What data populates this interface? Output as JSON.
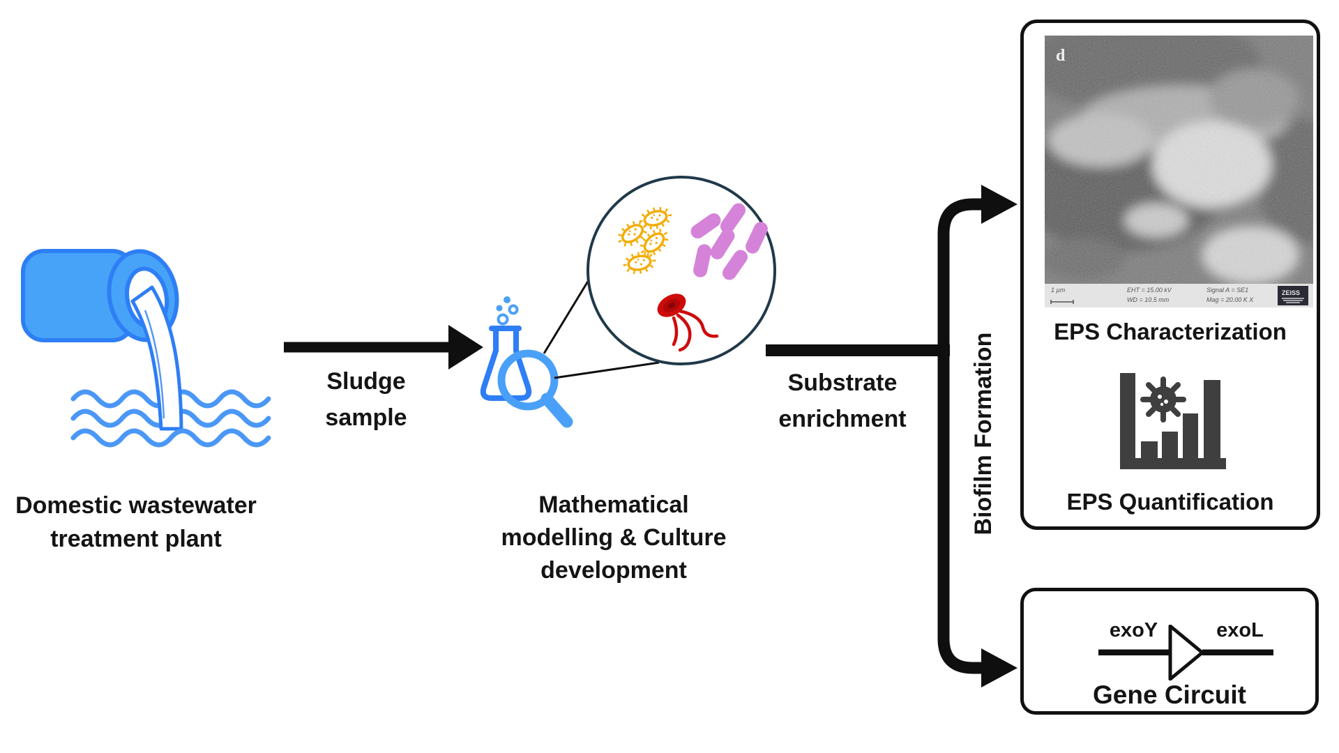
{
  "nodes": {
    "source": {
      "label_line1": "Domestic wastewater",
      "label_line2": "treatment plant"
    },
    "sludge_arrow": {
      "label_line1": "Sludge",
      "label_line2": "sample"
    },
    "culture": {
      "label_line1": "Mathematical",
      "label_line2": "modelling & Culture",
      "label_line3": "development"
    },
    "substrate_arrow": {
      "label_line1": "Substrate",
      "label_line2": "enrichment"
    },
    "biofilm_branch": {
      "label": "Biofilm Formation"
    },
    "eps_box": {
      "sem": {
        "corner_label": "d",
        "scale_label": "1 µm",
        "eht": "EHT = 15.00 kV",
        "wd": "WD = 10.5 mm",
        "signal": "Signal A = SE1",
        "mag": "Mag =  20.00 K X",
        "vendor": "ZEISS"
      },
      "characterization_label": "EPS Characterization",
      "quantification_label": "EPS Quantification"
    },
    "gene_box": {
      "gene_left": "exoY",
      "gene_right": "exoL",
      "title": "Gene Circuit"
    }
  },
  "icons": {
    "pipe": "wastewater-pipe-icon",
    "waves": "water-waves-icon",
    "flask": "flask-icon",
    "magnifier": "magnifier-icon",
    "microscope_view": "microscope-view-circle",
    "yellow_bacteria": "yellow-bacteria-icon",
    "pink_bacteria": "pink-bacteria-icon",
    "red_flagellate": "red-flagellate-icon",
    "sem": "sem-micrograph",
    "chart_virus": "bar-chart-virus-icon",
    "gene_arrow": "gene-promoter-arrow-icon"
  },
  "colors": {
    "blue-stroke": "#2e7ef5",
    "blue-fill": "#47a3f8",
    "wave-blue": "#4a97f7",
    "mag-blue": "#4aa0f8",
    "ink": "#0f0f0f",
    "text": "#141414",
    "circle-outline": "#20394a",
    "yellow": "#f2ad08",
    "pink": "#d583d8",
    "red": "#ce0b0b",
    "chart-gray": "#3f3f3f"
  }
}
